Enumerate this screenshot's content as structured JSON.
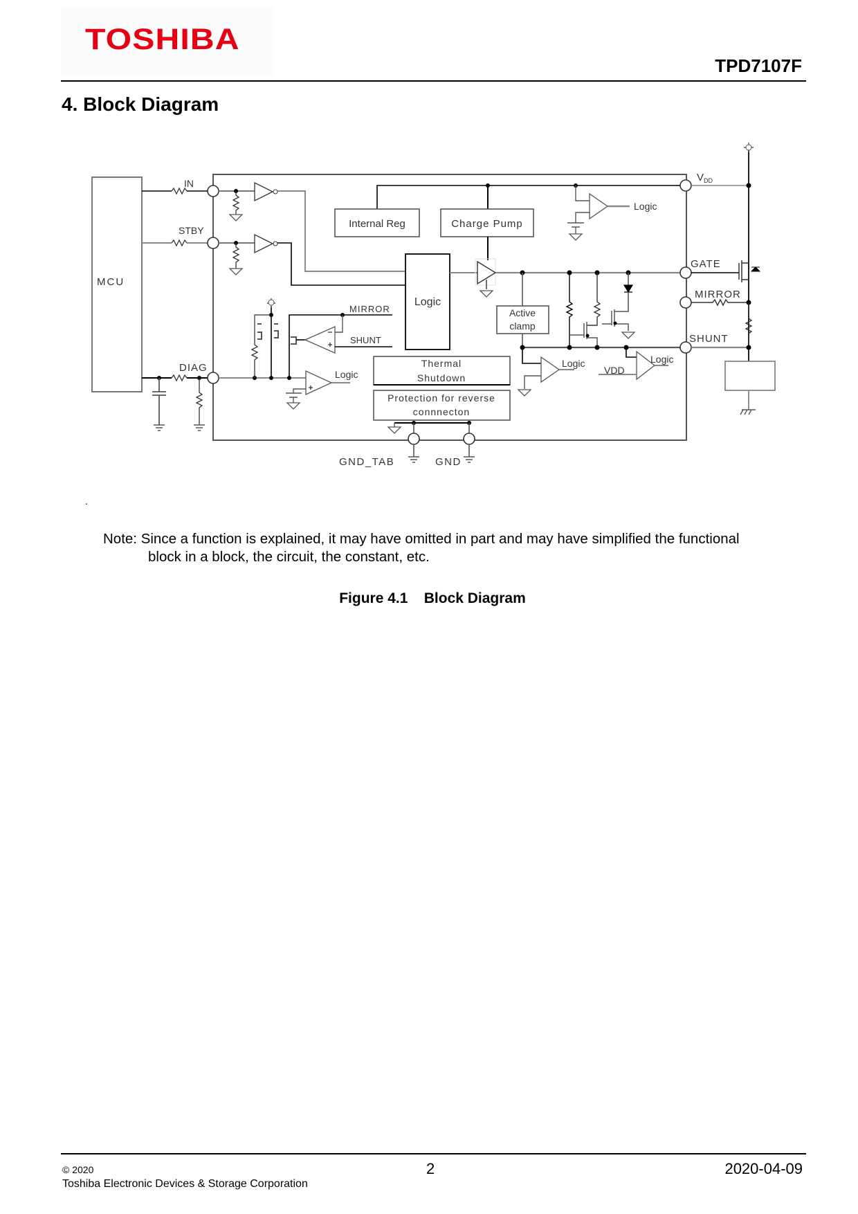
{
  "header": {
    "logo": "TOSHIBA",
    "part_number": "TPD7107F"
  },
  "section": {
    "title": "4. Block Diagram"
  },
  "diagram": {
    "mcu": "MCU",
    "pins": {
      "in": "IN",
      "stby": "STBY",
      "diag": "DIAG",
      "vdd": "V",
      "vdd_sub": "DD",
      "gate": "GATE",
      "mirror": "MIRROR",
      "shunt": "SHUNT",
      "gnd_tab": "GND_TAB",
      "gnd": "GND"
    },
    "blocks": {
      "internal_reg": "Internal Reg",
      "charge_pump": "Charge Pump",
      "logic": "Logic",
      "active_clamp_1": "Active",
      "active_clamp_2": "clamp",
      "thermal_1": "Thermal",
      "thermal_2": "Shutdown",
      "reverse_1": "Protection for reverse",
      "reverse_2": "connnecton"
    },
    "labels": {
      "logic_vdd_comp": "Logic",
      "logic_diag_comp": "Logic",
      "logic_clamp_comp": "Logic",
      "logic_shunt_comp": "Logic",
      "mirror_int": "MIRROR",
      "shunt_int": "SHUNT",
      "vdd_int": "VDD"
    }
  },
  "stray_mark": ".",
  "note": {
    "line1": "Note: Since a function is explained, it may have omitted in part and may have simplified the functional",
    "line2": "block in a block, the circuit, the constant, etc."
  },
  "figure_caption": "Figure 4.1    Block Diagram",
  "footer": {
    "copyright": "© 2020",
    "company": "Toshiba Electronic Devices & Storage Corporation",
    "page": "2",
    "date": "2020-04-09"
  },
  "colors": {
    "brand_red": "#e60012",
    "wire_dark": "#000000",
    "wire_gray": "#8a8a8a"
  }
}
